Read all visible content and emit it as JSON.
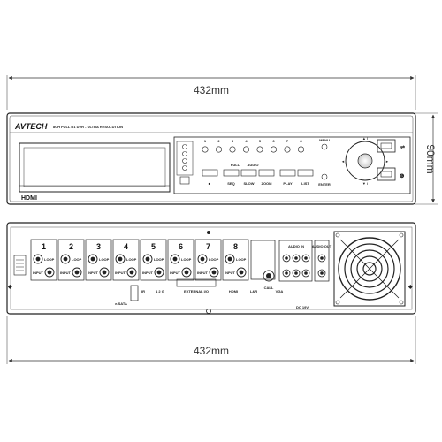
{
  "dimensions": {
    "top_width": "432mm",
    "height": "90mm",
    "bottom_width": "432mm"
  },
  "front_panel": {
    "brand": "AVTECH",
    "model_text": "8CH FULL D1 DVR - ULTRA RESOLUTION",
    "hdmi_logo": "HDMI",
    "button_numbers": [
      "1",
      "2",
      "3",
      "4",
      "5",
      "6",
      "7",
      "8"
    ],
    "group_labels": [
      "FULL",
      "AUDIO"
    ],
    "button_labels": [
      "SEQ",
      "SLOW",
      "ZOOM",
      "PLAY",
      "LIST"
    ],
    "menu_label": "MENU",
    "enter_label": "ENTER"
  },
  "rear_panel": {
    "channel_numbers": [
      "1",
      "2",
      "3",
      "4",
      "5",
      "6",
      "7",
      "8"
    ],
    "loop_label": "LOOP",
    "input_label": "INPUT",
    "bottom_labels": [
      "e-SATA",
      "IR",
      "1 2 G",
      "EXTERNAL I/O",
      "HDMI",
      "L&R",
      "VGA",
      "CALL",
      "DC 19V"
    ],
    "audio_in_label": "AUDIO IN",
    "audio_out_label": "AUDIO OUT"
  }
}
